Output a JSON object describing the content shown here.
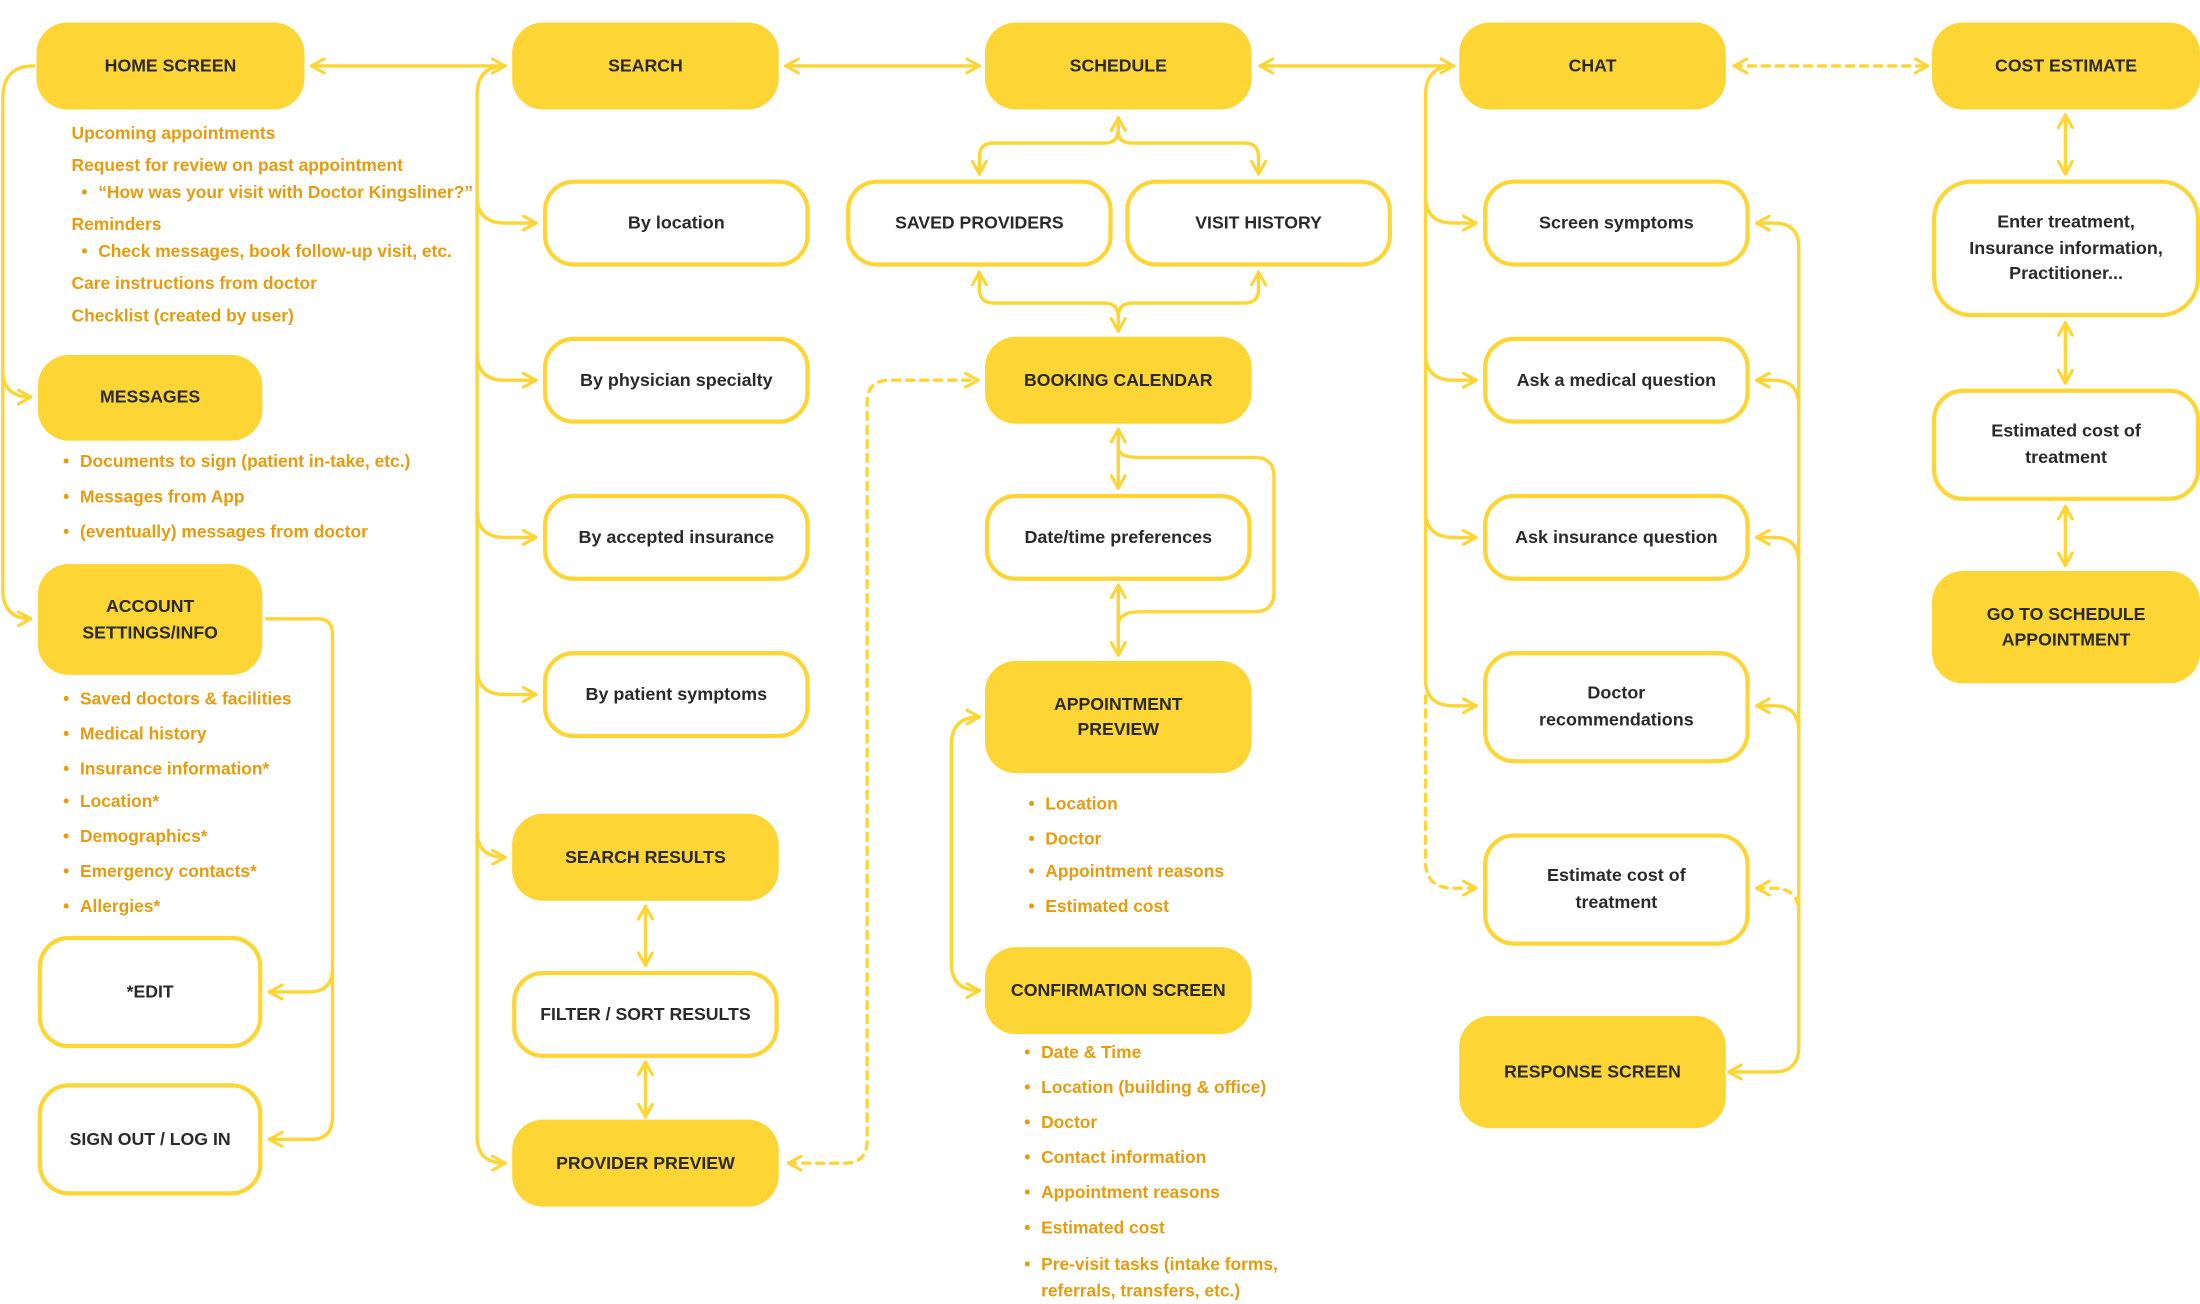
{
  "colors": {
    "accent": "#FDD535",
    "note_text": "#E79B0E",
    "node_text": "#2a2a2a",
    "background": "#ffffff"
  },
  "nodes": {
    "home_screen": "HOME SCREEN",
    "search": "SEARCH",
    "schedule": "SCHEDULE",
    "chat": "CHAT",
    "cost_estimate": "COST ESTIMATE",
    "messages": "MESSAGES",
    "account_settings": "ACCOUNT SETTINGS/INFO",
    "edit": "*EDIT",
    "sign_out": "SIGN OUT / LOG IN",
    "by_location": "By location",
    "by_specialty": "By physician specialty",
    "by_insurance": "By accepted insurance",
    "by_symptoms": "By patient symptoms",
    "search_results": "SEARCH RESULTS",
    "filter_sort": "FILTER / SORT RESULTS",
    "provider_preview": "PROVIDER PREVIEW",
    "saved_providers": "SAVED PROVIDERS",
    "visit_history": "VISIT HISTORY",
    "booking_calendar": "BOOKING CALENDAR",
    "datetime_prefs": "Date/time preferences",
    "appointment_preview": "APPOINTMENT PREVIEW",
    "confirmation_screen": "CONFIRMATION SCREEN",
    "screen_symptoms": "Screen symptoms",
    "ask_medical": "Ask a medical question",
    "ask_insurance": "Ask insurance question",
    "doctor_recs": "Doctor recommendations",
    "estimate_cost": "Estimate cost of treatment",
    "response_screen": "RESPONSE SCREEN",
    "enter_treatment": "Enter treatment, Insurance information, Practitioner...",
    "estimated_cost": "Estimated cost of treatment",
    "go_to_schedule": "GO TO SCHEDULE APPOINTMENT"
  },
  "notes": {
    "home": {
      "upcoming": "Upcoming appointments",
      "review": "Request for review on past appointment",
      "review_example": "“How was your visit with Doctor Kingsliner?”",
      "reminders": "Reminders",
      "reminders_example": "Check messages, book follow-up visit, etc.",
      "care": "Care instructions from doctor",
      "checklist": "Checklist (created by user)"
    },
    "messages": [
      "Documents to sign (patient in-take, etc.)",
      "Messages from App",
      "(eventually) messages from doctor"
    ],
    "account": [
      "Saved doctors & facilities",
      "Medical history",
      "Insurance information*",
      "Location*",
      "Demographics*",
      "Emergency contacts*",
      "Allergies*"
    ],
    "appointment": [
      "Location",
      "Doctor",
      "Appointment reasons",
      "Estimated cost"
    ],
    "confirmation": [
      "Date & Time",
      "Location (building & office)",
      "Doctor",
      "Contact information",
      "Appointment reasons",
      "Estimated cost",
      "Pre-visit tasks (intake forms, referrals, transfers, etc.)"
    ]
  }
}
